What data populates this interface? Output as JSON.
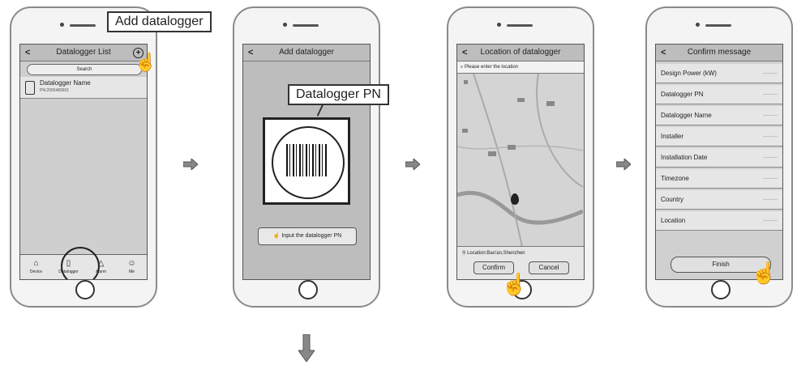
{
  "step1": {
    "title": "Datalogger List",
    "back": "<",
    "search": "Search",
    "item_name": "Datalogger Name",
    "item_sub": "PN:2000489901",
    "tabs": [
      "Device",
      "Datalogger",
      "Alarm",
      "Me"
    ],
    "callout": "Add datalogger"
  },
  "step2": {
    "title": "Add datalogger",
    "back": "<",
    "callout": "Datalogger PN",
    "input_btn": "Input the datalogger PN"
  },
  "step3": {
    "title": "Location of datalogger",
    "back": "<",
    "search_placeholder": "Please enter the location",
    "location": "Location:Bao'an,Shenzhen",
    "confirm": "Confirm",
    "cancel": "Cancel"
  },
  "step4": {
    "title": "Confirm message",
    "back": "<",
    "fields": [
      "Design Power (kW)",
      "Datalogger PN",
      "Datalogger Name",
      "Installer",
      "Installation Date",
      "Timezone",
      "Country",
      "Location"
    ],
    "finish": "Finish"
  }
}
